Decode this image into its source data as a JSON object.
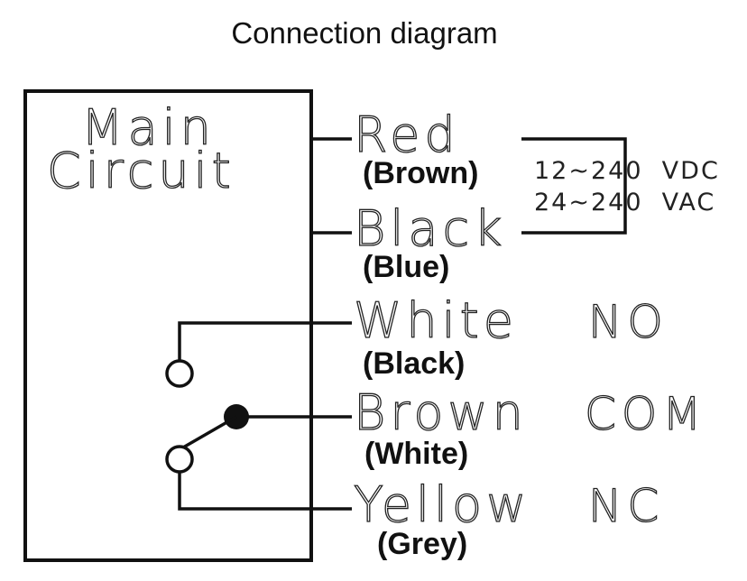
{
  "title": "Connection diagram",
  "main_circuit": {
    "line1": "Main",
    "line2": "Circuit"
  },
  "supply": {
    "dc": "12~240  VDC",
    "ac": "24~240  VAC"
  },
  "wires": [
    {
      "name": "Red",
      "alt": "(Brown)"
    },
    {
      "name": "Black",
      "alt": "(Blue)"
    },
    {
      "name": "White",
      "alt": "(Black)",
      "terminal": "NO"
    },
    {
      "name": "Brown",
      "alt": "(White)",
      "terminal": "COM"
    },
    {
      "name": "Yellow",
      "alt": "(Grey)",
      "terminal": "NC"
    }
  ]
}
